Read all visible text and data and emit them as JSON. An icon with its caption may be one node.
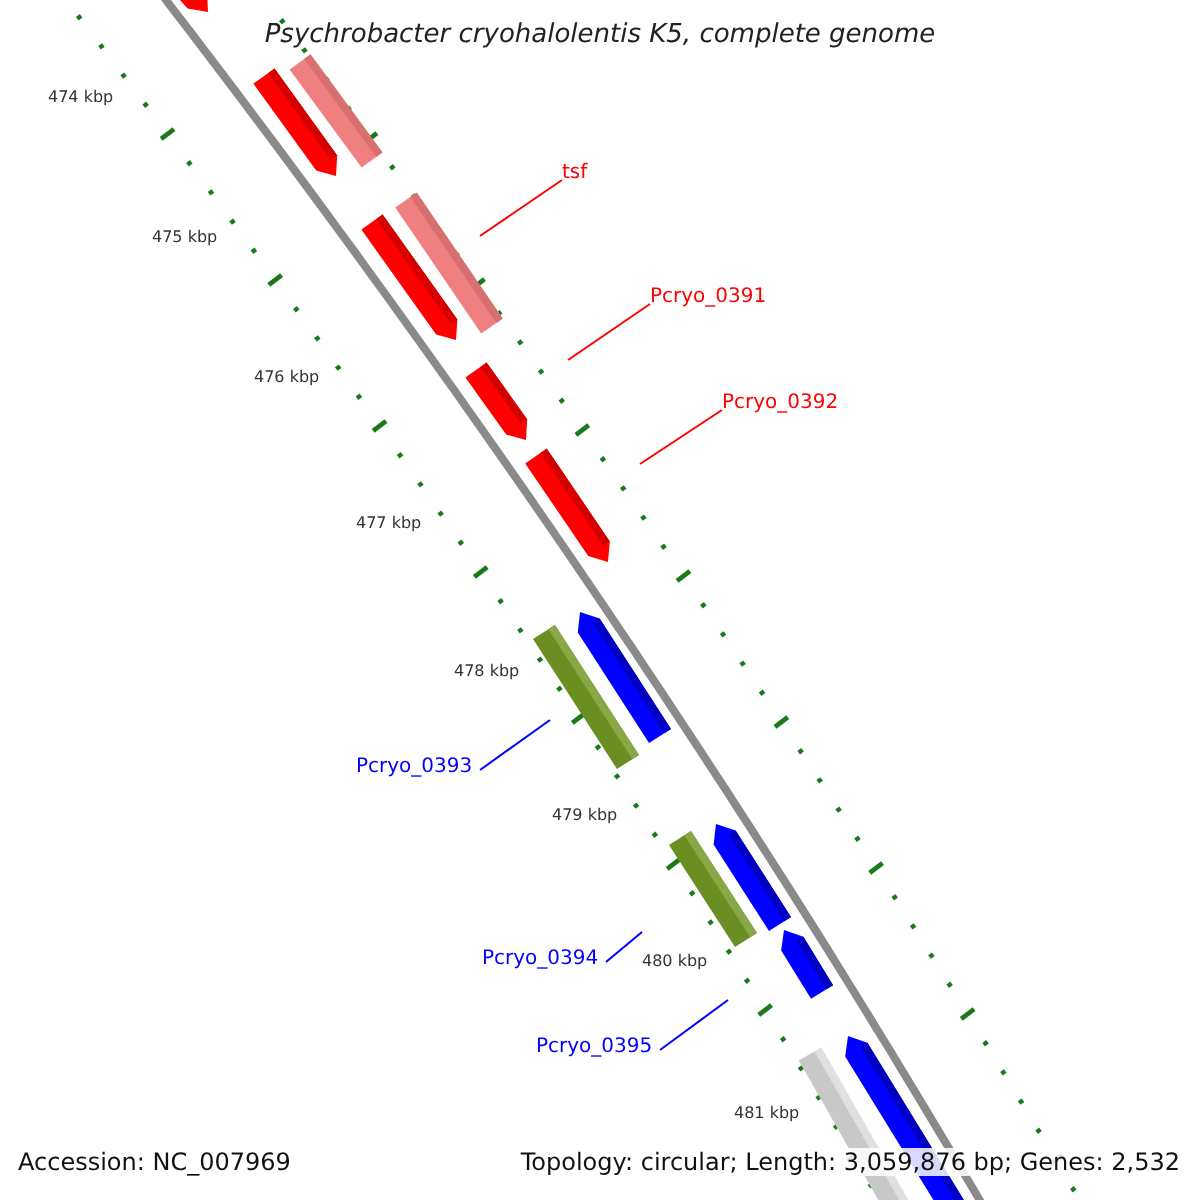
{
  "diagram": {
    "title": "Psychrobacter cryohalolentis K5, complete genome",
    "nodes": [
      {
        "text": [
          "tsf"
        ]
      },
      {
        "text": [
          "Pcryo_0391"
        ]
      },
      {
        "text": [
          "Pcryo_0392"
        ]
      },
      {
        "text": [
          "Pcryo_0393"
        ]
      },
      {
        "text": [
          "Pcryo_0394"
        ]
      },
      {
        "text": [
          "Pcryo_0395"
        ]
      }
    ],
    "edges": [
      {
        "from": 0,
        "to": null,
        "arrow": "none"
      },
      {
        "from": 1,
        "to": null,
        "arrow": "none"
      },
      {
        "from": 2,
        "to": null,
        "arrow": "none"
      },
      {
        "from": 3,
        "to": null,
        "arrow": "none",
        "color": "#0000ff"
      },
      {
        "from": 4,
        "to": null,
        "arrow": "none",
        "color": "#0000ff"
      },
      {
        "from": 5,
        "to": null,
        "arrow": "none",
        "color": "#0000ff"
      }
    ],
    "labels": [
      "474 kbp",
      "475 kbp",
      "476 kbp",
      "477 kbp",
      "478 kbp",
      "479 kbp",
      "480 kbp",
      "481 kbp",
      "Accession: NC_007969",
      "Topology: circular; Length: 3,059,876 bp; Genes: 2,532"
    ]
  }
}
